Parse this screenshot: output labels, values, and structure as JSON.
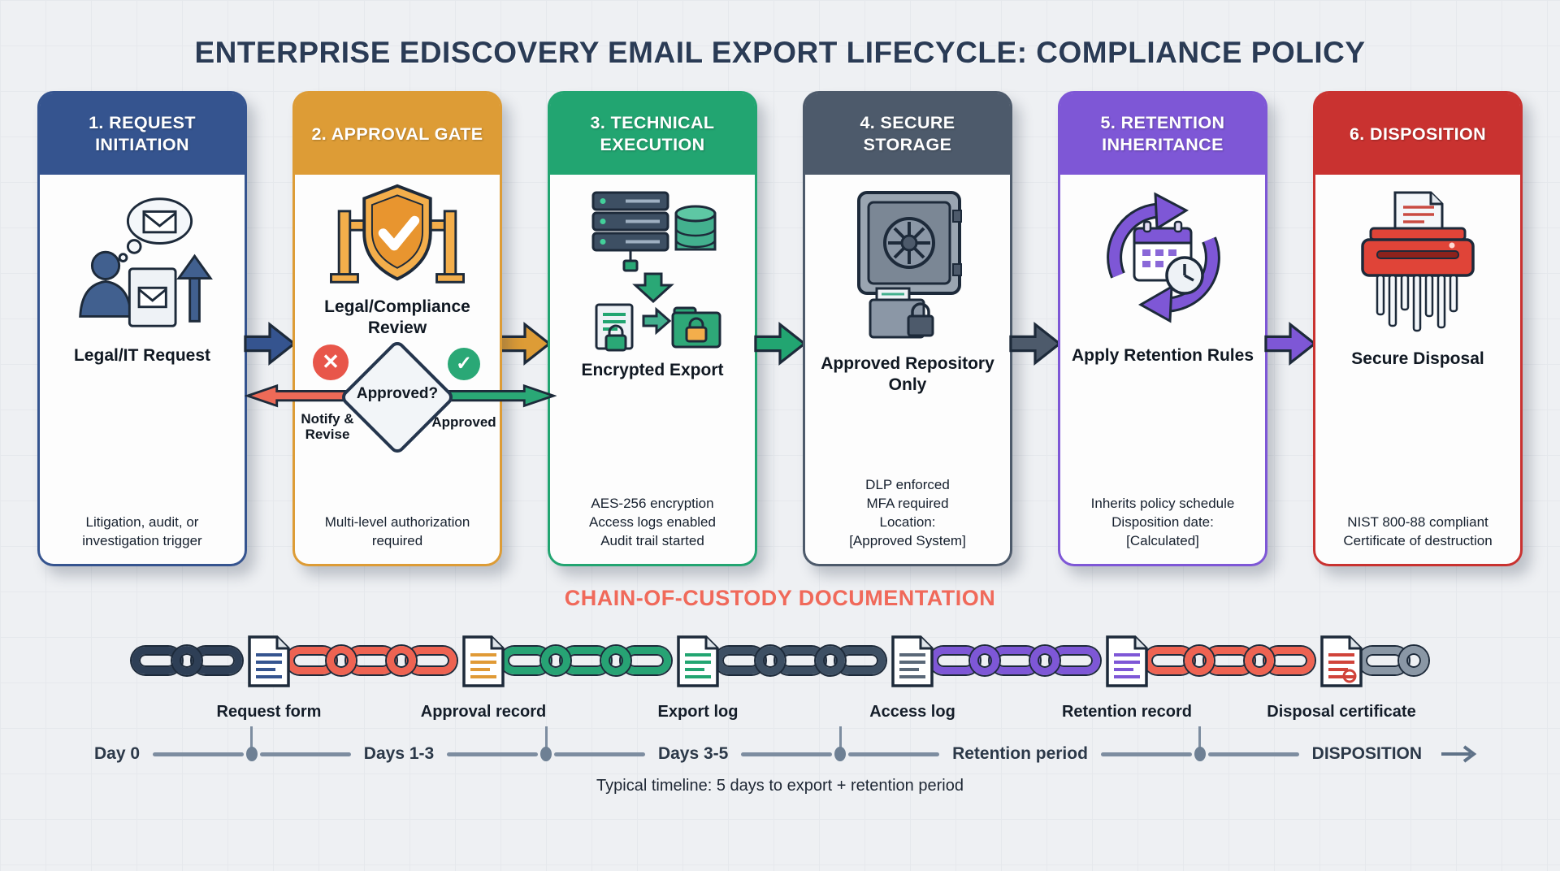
{
  "title": "ENTERPRISE EDISCOVERY EMAIL EXPORT LIFECYCLE: COMPLIANCE POLICY",
  "stages": [
    {
      "header": "1. REQUEST INITIATION",
      "color": "#35548f",
      "icon": "person-request-icon",
      "title": "Legal/IT Request",
      "details": [
        "Litigation, audit, or investigation trigger"
      ]
    },
    {
      "header": "2. APPROVAL GATE",
      "color": "#dd9c36",
      "icon": "approval-shield-icon",
      "title": "Legal/Compliance Review",
      "decision": {
        "question": "Approved?",
        "reject_label": "Notify & Revise",
        "approve_label": "Approved",
        "reject_color": "#ed6a57",
        "approve_color": "#2aa876"
      },
      "details": [
        "Multi-level authorization required"
      ]
    },
    {
      "header": "3. TECHNICAL EXECUTION",
      "color": "#22a571",
      "icon": "encrypted-server-icon",
      "title": "Encrypted Export",
      "details": [
        "AES-256 encryption",
        "Access logs enabled",
        "Audit trail started"
      ]
    },
    {
      "header": "4. SECURE STORAGE",
      "color": "#4d5a6b",
      "icon": "vault-icon",
      "title": "Approved Repository Only",
      "details": [
        "DLP enforced",
        "MFA required",
        "Location:",
        "[Approved System]"
      ]
    },
    {
      "header": "5. RETENTION INHERITANCE",
      "color": "#7e57d6",
      "icon": "retention-cycle-icon",
      "title": "Apply Retention Rules",
      "details": [
        "Inherits policy schedule",
        "Disposition date:",
        "[Calculated]"
      ]
    },
    {
      "header": "6. DISPOSITION",
      "color": "#c93230",
      "icon": "shredder-icon",
      "title": "Secure Disposal",
      "details": [
        "NIST 800-88 compliant",
        "Certificate of destruction"
      ]
    }
  ],
  "chain": {
    "title": "CHAIN-OF-CUSTODY DOCUMENTATION",
    "title_color": "#f0695a",
    "documents": [
      {
        "label": "Request form",
        "color": "#35548f",
        "seal": false
      },
      {
        "label": "Approval record",
        "color": "#e09a36",
        "seal": false
      },
      {
        "label": "Export log",
        "color": "#22a571",
        "seal": false
      },
      {
        "label": "Access log",
        "color": "#5a6878",
        "seal": false
      },
      {
        "label": "Retention record",
        "color": "#7e57d6",
        "seal": false
      },
      {
        "label": "Disposal certificate",
        "color": "#d0433a",
        "seal": true
      }
    ],
    "segment_link_colors": [
      "#2e3f56",
      "#ee6352",
      "#27a374",
      "#3d4f63",
      "#7e57d6",
      "#ee6352",
      "#8a97a5"
    ]
  },
  "timeline": {
    "labels": [
      "Day 0",
      "Days 1-3",
      "Days 3-5",
      "Retention period",
      "DISPOSITION"
    ],
    "line_color": "#7d8da0",
    "caption": "Typical timeline: 5 days to export + retention period"
  }
}
